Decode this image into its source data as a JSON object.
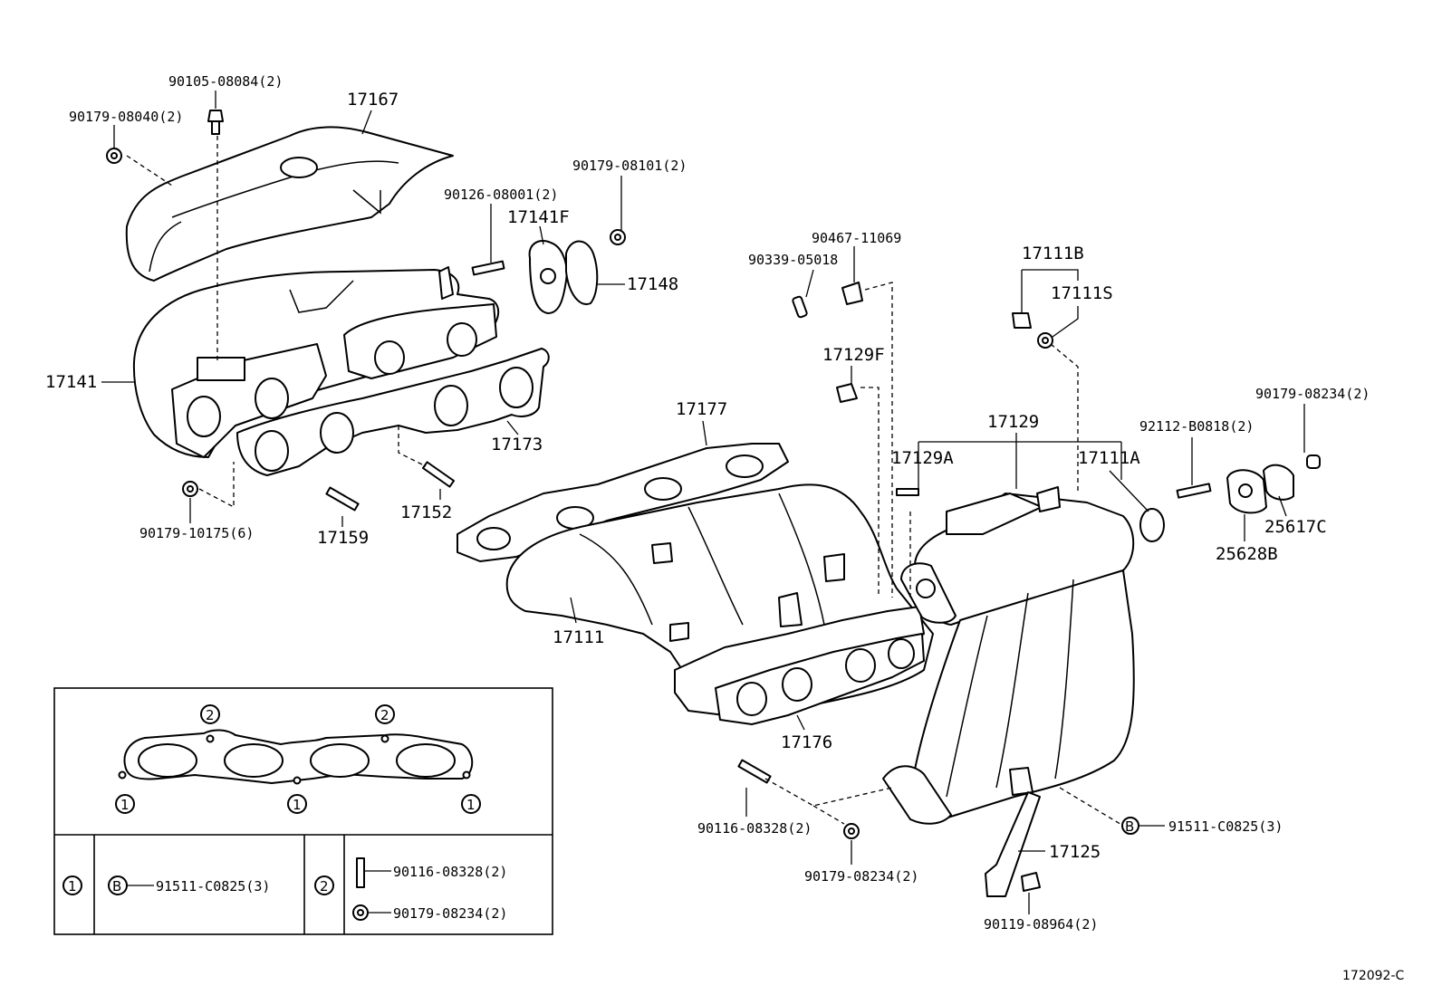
{
  "diagram": {
    "page_code": "172092-C",
    "part_labels": {
      "p1": "90105-08084(2)",
      "p2": "90179-08040(2)",
      "p3": "17167",
      "p4": "90179-08101(2)",
      "p5": "90126-08001(2)",
      "p6": "17141F",
      "p7": "17148",
      "p8": "90467-11069",
      "p9": "90339-05018",
      "p10": "17111B",
      "p11": "17111S",
      "p12": "17141",
      "p13": "17129F",
      "p14": "90179-08234(2)",
      "p15": "17177",
      "p16": "17129",
      "p17": "92112-B0818(2)",
      "p18": "17173",
      "p19": "17129A",
      "p20": "17111A",
      "p21": "25617C",
      "p22": "25628B",
      "p23": "17152",
      "p24": "17159",
      "p25": "90179-10175(6)",
      "p26": "17111",
      "p27": "17176",
      "p28": "90116-08328(2)",
      "p29": "90179-08234(2)",
      "p30": "91511-C0825(3)",
      "p31": "17125",
      "p32": "90119-08964(2)"
    },
    "legend": {
      "ref1": "1",
      "ref2": "2",
      "ref_b": "B",
      "item1_part": "91511-C0825(3)",
      "item2_stud": "90116-08328(2)",
      "item2_nut": "90179-08234(2)"
    }
  }
}
